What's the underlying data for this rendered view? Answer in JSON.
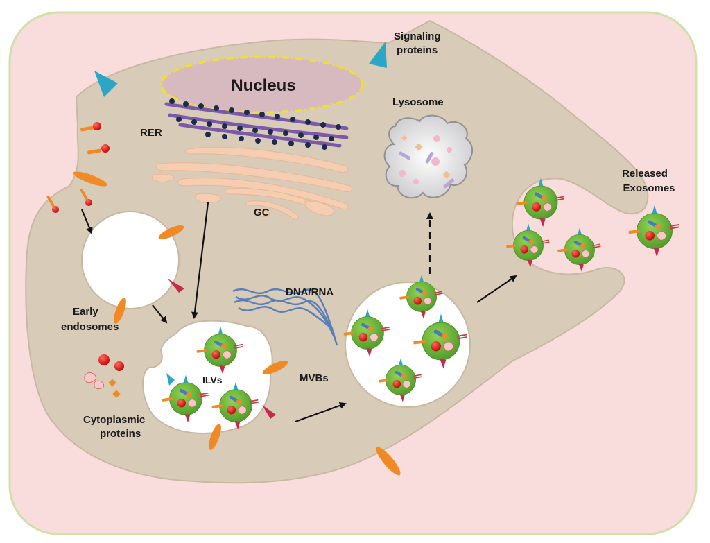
{
  "labels": {
    "nucleus": "Nucleus",
    "signaling_1": "Signaling",
    "signaling_2": "proteins",
    "rer": "RER",
    "gc": "GC",
    "lysosome": "Lysosome",
    "released_1": "Released",
    "released_2": "Exosomes",
    "early_1": "Early",
    "early_2": "endosomes",
    "dna_rna": "DNA/RNA",
    "ilvs": "ILVs",
    "mvbs": "MVBs",
    "cyto_1": "Cytoplasmic",
    "cyto_2": "proteins"
  },
  "colors": {
    "background_panel": "#f9dcdc",
    "cell_body": "#d8cbb8",
    "nucleus_fill": "#d7b9c0",
    "nucleus_border": "#f2e41c",
    "er_purple": "#7a5aa8",
    "ribosome": "#1e2a4a",
    "golgi": "#f5cdb0",
    "exosome_green": "#6ab43a",
    "red_protein": "#e01818",
    "orange_protein": "#f08a24",
    "signaling_teal": "#2aa7c6",
    "dna_blue": "#5a7fb6"
  }
}
